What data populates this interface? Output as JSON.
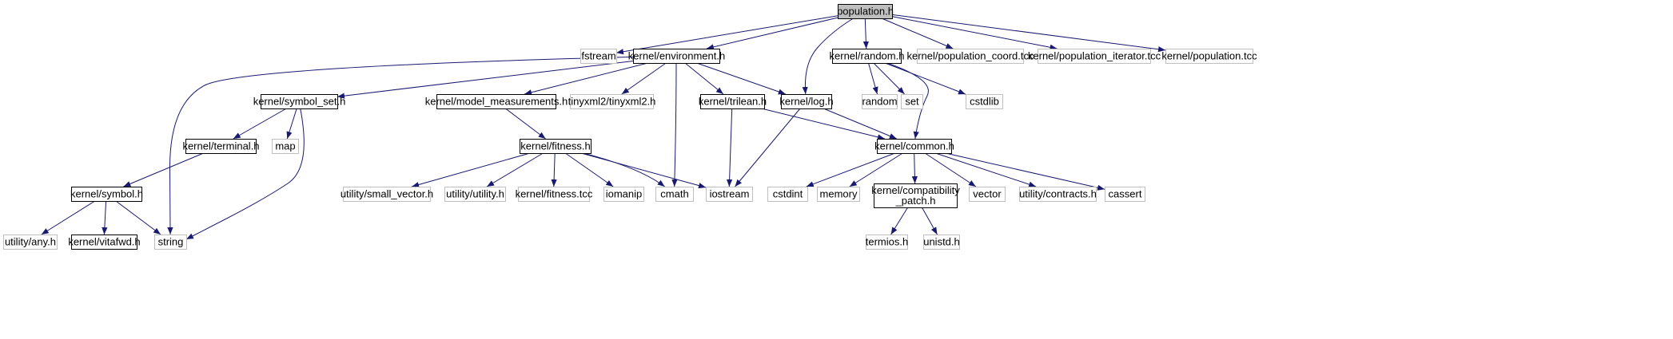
{
  "graph": {
    "nodes": [
      {
        "id": "population",
        "label": "population.h",
        "kind": "root",
        "interactable": true
      },
      {
        "id": "fstream",
        "label": "fstream",
        "kind": "external",
        "interactable": false
      },
      {
        "id": "environment",
        "label": "kernel/environment.h",
        "kind": "local",
        "interactable": true
      },
      {
        "id": "random",
        "label": "kernel/random.h",
        "kind": "local",
        "interactable": true
      },
      {
        "id": "population_coord",
        "label": "kernel/population_coord.tcc",
        "kind": "external",
        "interactable": false
      },
      {
        "id": "population_iterator",
        "label": "kernel/population_iterator.tcc",
        "kind": "external",
        "interactable": false
      },
      {
        "id": "population_tcc",
        "label": "kernel/population.tcc",
        "kind": "external",
        "interactable": false
      },
      {
        "id": "symbol_set",
        "label": "kernel/symbol_set.h",
        "kind": "local",
        "interactable": true
      },
      {
        "id": "model_measurements",
        "label": "kernel/model_measurements.h",
        "kind": "local",
        "interactable": true
      },
      {
        "id": "tinyxml2",
        "label": "tinyxml2/tinyxml2.h",
        "kind": "external",
        "interactable": false
      },
      {
        "id": "trilean",
        "label": "kernel/trilean.h",
        "kind": "local",
        "interactable": true
      },
      {
        "id": "log",
        "label": "kernel/log.h",
        "kind": "local",
        "interactable": true
      },
      {
        "id": "random_std",
        "label": "random",
        "kind": "external",
        "interactable": false
      },
      {
        "id": "set",
        "label": "set",
        "kind": "external",
        "interactable": false
      },
      {
        "id": "cstdlib",
        "label": "cstdlib",
        "kind": "external",
        "interactable": false
      },
      {
        "id": "terminal",
        "label": "kernel/terminal.h",
        "kind": "local",
        "interactable": true
      },
      {
        "id": "map",
        "label": "map",
        "kind": "external",
        "interactable": false
      },
      {
        "id": "fitness",
        "label": "kernel/fitness.h",
        "kind": "local",
        "interactable": true
      },
      {
        "id": "common",
        "label": "kernel/common.h",
        "kind": "local",
        "interactable": true
      },
      {
        "id": "symbol",
        "label": "kernel/symbol.h",
        "kind": "local",
        "interactable": true
      },
      {
        "id": "small_vector",
        "label": "utility/small_vector.h",
        "kind": "external",
        "interactable": false
      },
      {
        "id": "utility",
        "label": "utility/utility.h",
        "kind": "external",
        "interactable": false
      },
      {
        "id": "fitness_tcc",
        "label": "kernel/fitness.tcc",
        "kind": "external",
        "interactable": false
      },
      {
        "id": "iomanip",
        "label": "iomanip",
        "kind": "external",
        "interactable": false
      },
      {
        "id": "cmath",
        "label": "cmath",
        "kind": "external",
        "interactable": false
      },
      {
        "id": "iostream",
        "label": "iostream",
        "kind": "external",
        "interactable": false
      },
      {
        "id": "cstdint",
        "label": "cstdint",
        "kind": "external",
        "interactable": false
      },
      {
        "id": "memory",
        "label": "memory",
        "kind": "external",
        "interactable": false
      },
      {
        "id": "compat",
        "label": [
          "kernel/compatibility",
          "_patch.h"
        ],
        "kind": "local",
        "interactable": true
      },
      {
        "id": "vector",
        "label": "vector",
        "kind": "external",
        "interactable": false
      },
      {
        "id": "contracts",
        "label": "utility/contracts.h",
        "kind": "external",
        "interactable": false
      },
      {
        "id": "cassert",
        "label": "cassert",
        "kind": "external",
        "interactable": false
      },
      {
        "id": "any",
        "label": "utility/any.h",
        "kind": "external",
        "interactable": false
      },
      {
        "id": "vitafwd",
        "label": "kernel/vitafwd.h",
        "kind": "local",
        "interactable": true
      },
      {
        "id": "string",
        "label": "string",
        "kind": "external",
        "interactable": false
      },
      {
        "id": "termios",
        "label": "termios.h",
        "kind": "external",
        "interactable": false
      },
      {
        "id": "unistd",
        "label": "unistd.h",
        "kind": "external",
        "interactable": false
      }
    ],
    "edges": [
      [
        "population",
        "fstream"
      ],
      [
        "population",
        "environment"
      ],
      [
        "population",
        "log"
      ],
      [
        "population",
        "random"
      ],
      [
        "population",
        "population_coord"
      ],
      [
        "population",
        "population_iterator"
      ],
      [
        "population",
        "population_tcc"
      ],
      [
        "environment",
        "string"
      ],
      [
        "environment",
        "symbol_set"
      ],
      [
        "environment",
        "model_measurements"
      ],
      [
        "environment",
        "tinyxml2"
      ],
      [
        "environment",
        "cmath"
      ],
      [
        "environment",
        "trilean"
      ],
      [
        "environment",
        "log"
      ],
      [
        "random",
        "random_std"
      ],
      [
        "random",
        "set"
      ],
      [
        "random",
        "cstdlib"
      ],
      [
        "random",
        "common"
      ],
      [
        "symbol_set",
        "terminal"
      ],
      [
        "symbol_set",
        "map"
      ],
      [
        "symbol_set",
        "string"
      ],
      [
        "model_measurements",
        "fitness"
      ],
      [
        "trilean",
        "iostream"
      ],
      [
        "trilean",
        "common"
      ],
      [
        "log",
        "iostream"
      ],
      [
        "log",
        "common"
      ],
      [
        "terminal",
        "symbol"
      ],
      [
        "fitness",
        "small_vector"
      ],
      [
        "fitness",
        "utility"
      ],
      [
        "fitness",
        "fitness_tcc"
      ],
      [
        "fitness",
        "iomanip"
      ],
      [
        "fitness",
        "cmath"
      ],
      [
        "fitness",
        "iostream"
      ],
      [
        "common",
        "cstdint"
      ],
      [
        "common",
        "memory"
      ],
      [
        "common",
        "compat"
      ],
      [
        "common",
        "vector"
      ],
      [
        "common",
        "contracts"
      ],
      [
        "common",
        "cassert"
      ],
      [
        "symbol",
        "any"
      ],
      [
        "symbol",
        "vitafwd"
      ],
      [
        "symbol",
        "string"
      ],
      [
        "compat",
        "termios"
      ],
      [
        "compat",
        "unistd"
      ]
    ]
  },
  "colors": {
    "edge": "#191970",
    "local_border": "#000000",
    "external_border": "#bfbfbf",
    "root_fill": "#bfbfbf",
    "fill": "#ffffff",
    "text": "#000000"
  }
}
